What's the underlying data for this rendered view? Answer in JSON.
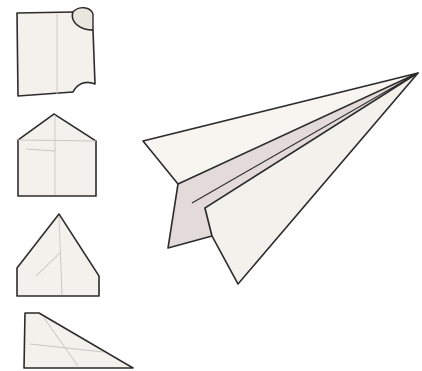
{
  "colors": {
    "background": "#ffffff",
    "paper": "#f2f1ec",
    "paper_light": "#f6f5f0",
    "paper_shadow": "#e7e6df",
    "inner_wing": "#e3dada",
    "outline": "#2b2b2b",
    "crease": "#c9c7c2"
  },
  "steps": [
    {
      "step": 1,
      "name": "flat-sheet-curled-corner"
    },
    {
      "step": 2,
      "name": "top-corners-folded"
    },
    {
      "step": 3,
      "name": "sides-folded-to-center"
    },
    {
      "step": 4,
      "name": "folded-in-half"
    }
  ],
  "result": {
    "name": "paper-airplane"
  }
}
